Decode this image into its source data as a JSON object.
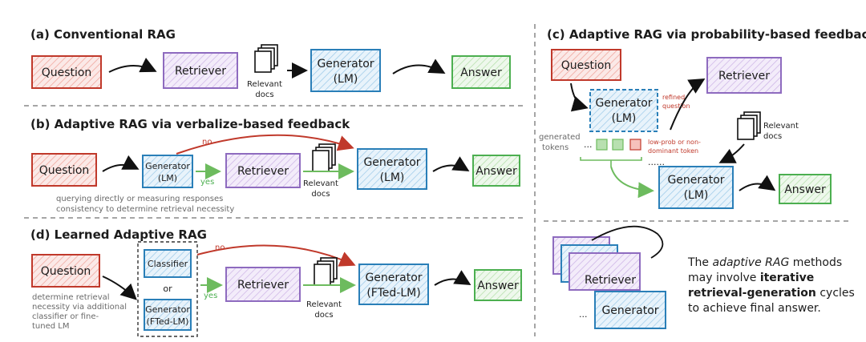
{
  "colors": {
    "question": "#c0392b",
    "retriever": "#8e6bbf",
    "generator": "#2a7fb8",
    "answer": "#4caf50",
    "classifier": "#2a7fb8",
    "dashed": "#888888"
  },
  "panel_a": {
    "title": "(a) Conventional RAG",
    "question": "Question",
    "retriever": "Retriever",
    "docs_line1": "Relevant",
    "docs_line2": "docs",
    "generator_line1": "Generator",
    "generator_line2": "(LM)",
    "answer": "Answer"
  },
  "panel_b": {
    "title": "(b) Adaptive RAG via verbalize-based feedback",
    "question": "Question",
    "gen_small_line1": "Generator",
    "gen_small_line2": "(LM)",
    "no": "no",
    "yes": "yes",
    "retriever": "Retriever",
    "docs_line1": "Relevant",
    "docs_line2": "docs",
    "generator_line1": "Generator",
    "generator_line2": "(LM)",
    "answer": "Answer",
    "note_line1": "querying directly or measuring responses",
    "note_line2": "consistency to determine retrieval necessity"
  },
  "panel_c": {
    "title": "(c) Adaptive RAG via probability-based feedback",
    "question": "Question",
    "generator_line1": "Generator",
    "generator_line2": "(LM)",
    "refined_line1": "refined",
    "refined_line2": "question",
    "retriever": "Retriever",
    "docs_line1": "Relevant",
    "docs_line2": "docs",
    "generated_line1": "generated",
    "generated_line2": "tokens",
    "ellipsis": "...",
    "ellipsis2": "......",
    "lowprob_line1": "low-prob or non-",
    "lowprob_line2": "dominant token",
    "gen2_line1": "Generator",
    "gen2_line2": "(LM)",
    "answer": "Answer"
  },
  "panel_d": {
    "title": "(d) Learned Adaptive RAG",
    "question": "Question",
    "classifier": "Classifier",
    "or": "or",
    "gen_small_line1": "Generator",
    "gen_small_line2": "(FTed-LM)",
    "no": "no",
    "yes": "yes",
    "retriever": "Retriever",
    "docs_line1": "Relevant",
    "docs_line2": "docs",
    "generator_line1": "Generator",
    "generator_line2": "(FTed-LM)",
    "answer": "Answer",
    "note_line1": "determine retrieval",
    "note_line2": "necessity via additional",
    "note_line3": "classifier or fine-",
    "note_line4": "tuned LM"
  },
  "panel_e": {
    "retriever": "Retriever",
    "generator": "Generator",
    "ellipsis": "...",
    "caption_line1_a": "The ",
    "caption_line1_b": "adaptive RAG",
    "caption_line1_c": " methods",
    "caption_line2_a": "may involve ",
    "caption_line2_b": "iterative",
    "caption_line3_a": "retrieval-generation",
    "caption_line3_b": " cycles",
    "caption_line4": "to achieve final answer."
  }
}
